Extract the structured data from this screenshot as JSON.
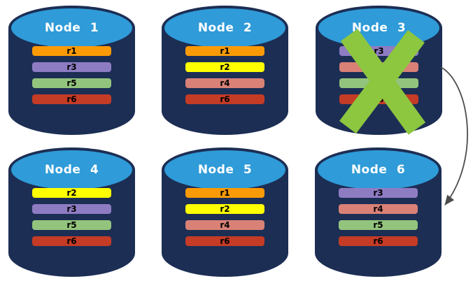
{
  "nodes": [
    {
      "name": "Node 1",
      "replicas": [
        {
          "label": "r1",
          "color": "#FA9A06"
        },
        {
          "label": "r3",
          "color": "#8E7CC3"
        },
        {
          "label": "r5",
          "color": "#93C47D"
        },
        {
          "label": "r6",
          "color": "#C43B26"
        }
      ]
    },
    {
      "name": "Node 2",
      "replicas": [
        {
          "label": "r1",
          "color": "#FA9A06"
        },
        {
          "label": "r2",
          "color": "#FFFF00"
        },
        {
          "label": "r4",
          "color": "#D98176"
        },
        {
          "label": "r6",
          "color": "#C43B26"
        }
      ]
    },
    {
      "name": "Node 3",
      "replicas": [
        {
          "label": "r3",
          "color": "#8E7CC3"
        },
        {
          "label": "r4",
          "color": "#D98176"
        },
        {
          "label": "r5",
          "color": "#93C47D"
        },
        {
          "label": "r6",
          "color": "#C43B26"
        }
      ]
    },
    {
      "name": "Node 4",
      "replicas": [
        {
          "label": "r2",
          "color": "#FFFF00"
        },
        {
          "label": "r3",
          "color": "#8E7CC3"
        },
        {
          "label": "r5",
          "color": "#93C47D"
        },
        {
          "label": "r6",
          "color": "#C43B26"
        }
      ]
    },
    {
      "name": "Node 5",
      "replicas": [
        {
          "label": "r1",
          "color": "#FA9A06"
        },
        {
          "label": "r2",
          "color": "#FFFF00"
        },
        {
          "label": "r4",
          "color": "#D98176"
        },
        {
          "label": "r6",
          "color": "#C43B26"
        }
      ]
    },
    {
      "name": "Node 6",
      "replicas": [
        {
          "label": "r3",
          "color": "#8E7CC3"
        },
        {
          "label": "r4",
          "color": "#D98176"
        },
        {
          "label": "r5",
          "color": "#93C47D"
        },
        {
          "label": "r6",
          "color": "#C43B26"
        }
      ]
    }
  ],
  "failure": {
    "failed_node": "Node 3",
    "x_color": "#8DC63F",
    "arrow": {
      "from": "Node 3",
      "to": "Node 6",
      "color": "#4D4D4D"
    }
  },
  "colors": {
    "cylinder_body": "#1C2E54",
    "cylinder_top": "#2F9BD8",
    "node_title_text": "#FFFFFF",
    "replica_label_text": "#000000",
    "background": "#FFFFFF"
  }
}
